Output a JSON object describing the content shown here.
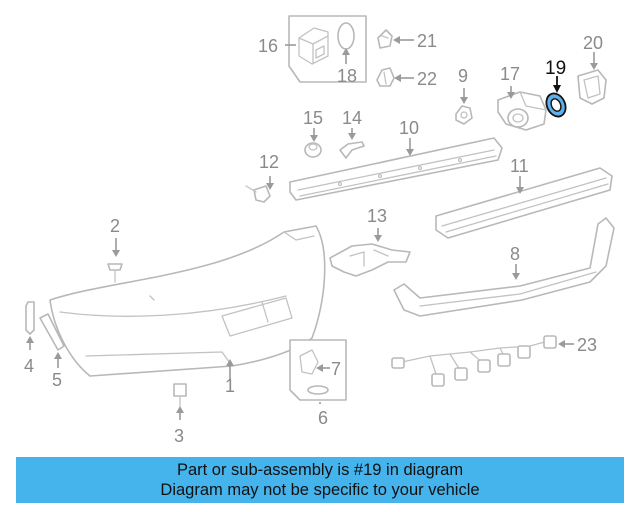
{
  "diagram": {
    "highlight_label": "19",
    "labels": {
      "p1": "1",
      "p2": "2",
      "p3": "3",
      "p4": "4",
      "p5": "5",
      "p6": "6",
      "p7": "7",
      "p8": "8",
      "p9": "9",
      "p10": "10",
      "p11": "11",
      "p12": "12",
      "p13": "13",
      "p14": "14",
      "p15": "15",
      "p16": "16",
      "p17": "17",
      "p18": "18",
      "p20": "20",
      "p21": "21",
      "p22": "22",
      "p23": "23"
    },
    "highlight_color": "#5fb0ea"
  },
  "footer": {
    "line1": "Part or sub-assembly is #19 in diagram",
    "line2": "Diagram may not be specific to your vehicle",
    "background": "#45b3ec"
  }
}
